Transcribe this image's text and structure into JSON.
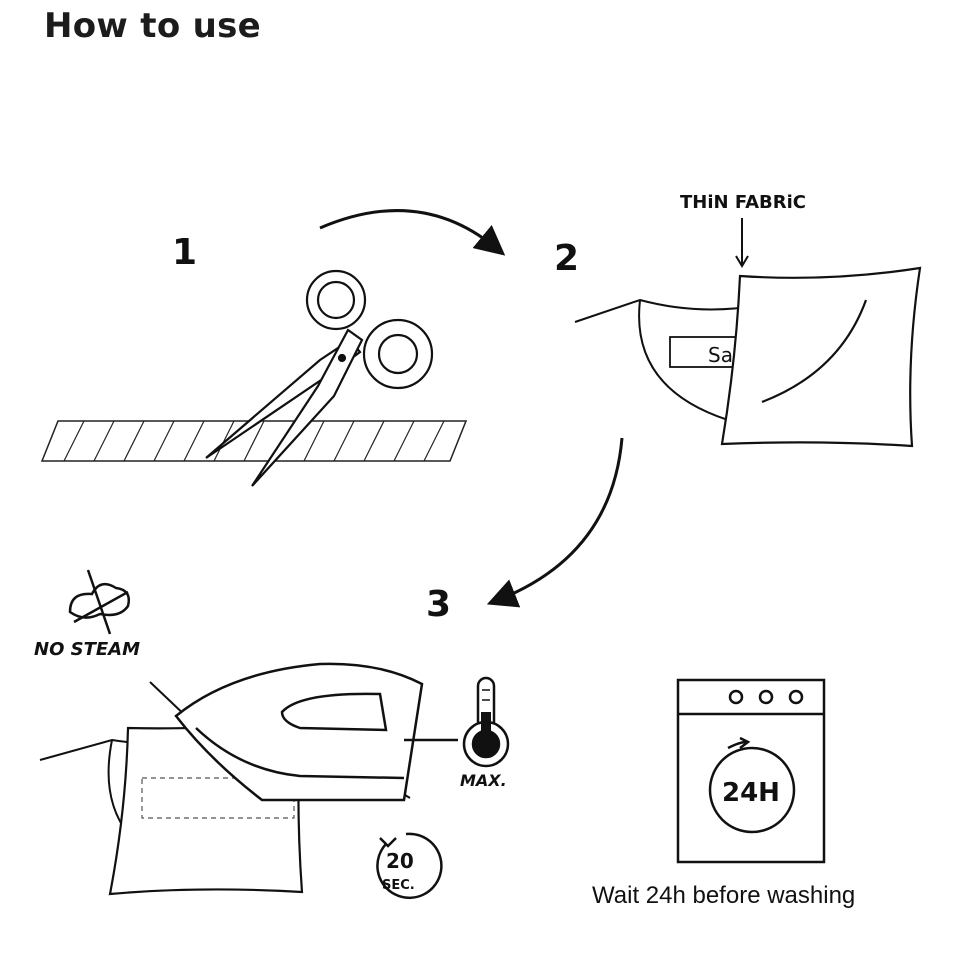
{
  "title": "How to use",
  "steps": [
    {
      "number": "1",
      "icon": "scissors-icon"
    },
    {
      "number": "2",
      "label": "THiN FABRiC",
      "patch_text": "Sa"
    },
    {
      "number": "3",
      "no_steam": "NO STEAM",
      "temperature": "MAX.",
      "time_value": "20",
      "time_unit": "SEC."
    }
  ],
  "washing": {
    "badge": "24H",
    "caption": "Wait 24h before washing"
  }
}
